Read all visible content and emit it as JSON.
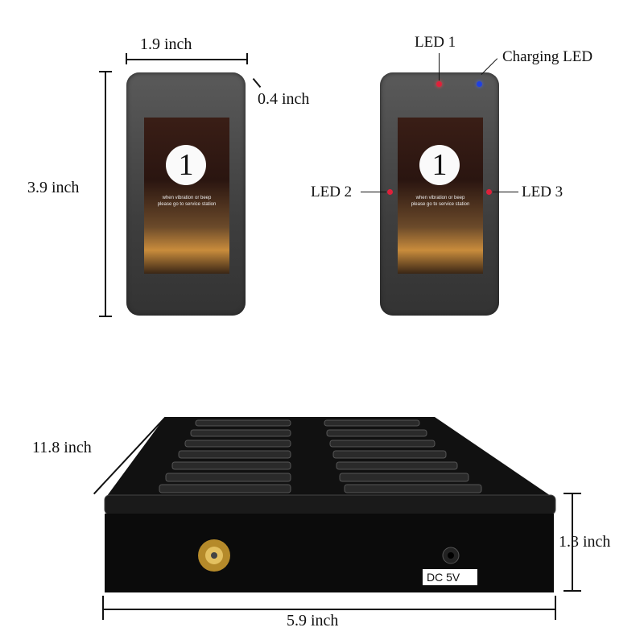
{
  "dimensions": {
    "width": "1.9 inch",
    "thickness": "0.4 inch",
    "height": "3.9 inch",
    "base_depth": "11.8 inch",
    "base_height": "1.3 inch",
    "base_width": "5.9 inch"
  },
  "pager": {
    "number": "1",
    "message_line1": "when vibration or beep",
    "message_line2": "please go to service station"
  },
  "leds": {
    "led1": "LED 1",
    "charging": "Charging LED",
    "led2": "LED 2",
    "led3": "LED 3",
    "red": "#e0203a",
    "blue": "#2040e0"
  },
  "base": {
    "power_label": "DC 5V"
  }
}
